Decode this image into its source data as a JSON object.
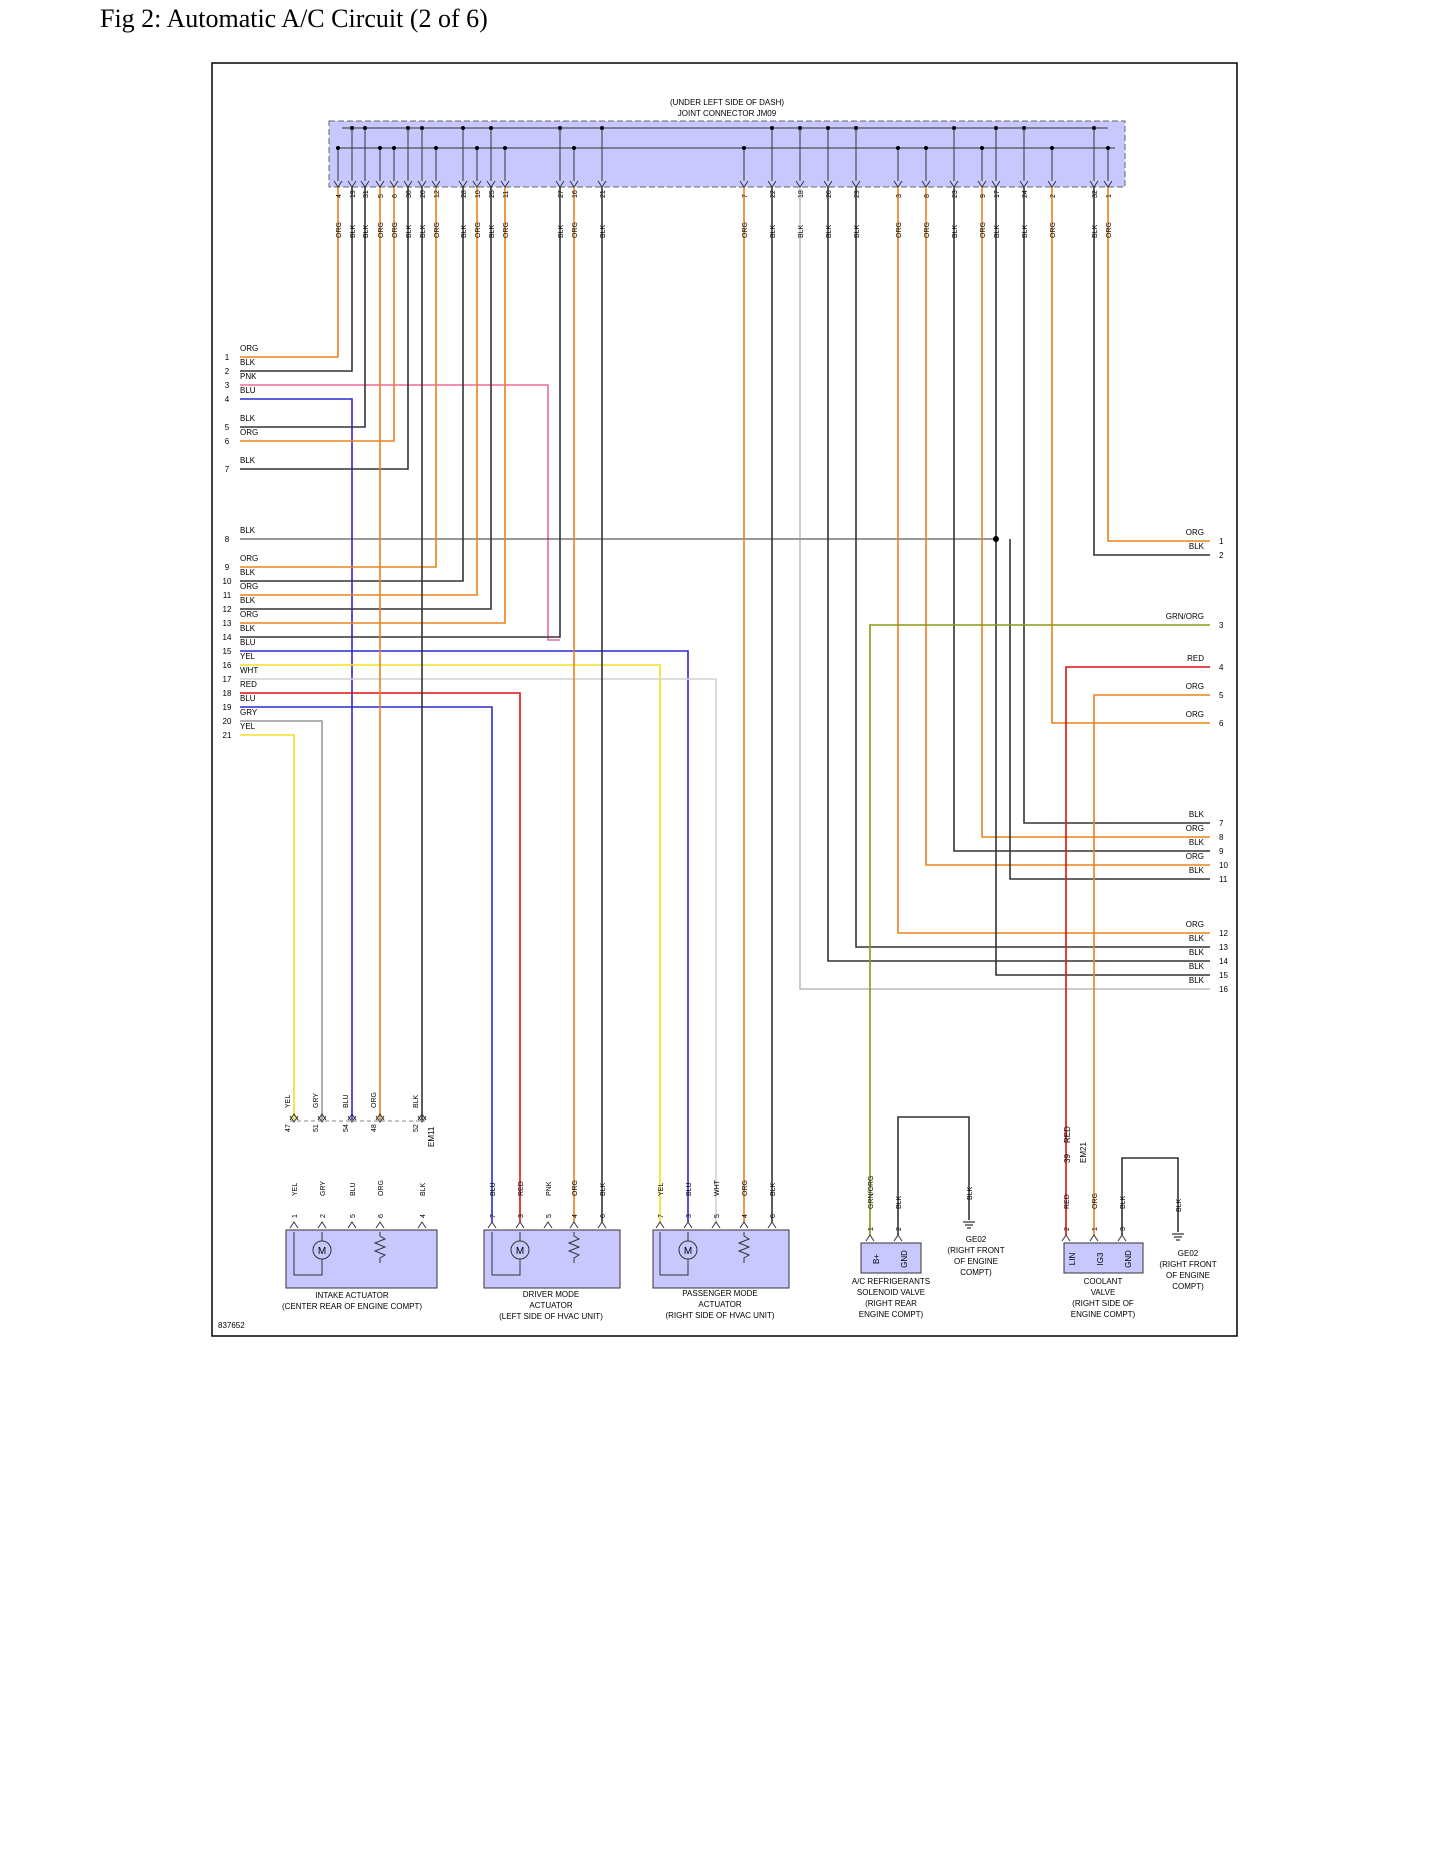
{
  "title": "Fig 2: Automatic A/C Circuit (2 of 6)",
  "figure_id": "837652",
  "colors": {
    "ORG": "#e8841a",
    "BLK": "#333333",
    "BLU": "#2a2ad0",
    "PNK": "#f06a9a",
    "YEL": "#f0e020",
    "WHT": "#d0d0d0",
    "RED": "#dd1111",
    "GRY": "#999999",
    "GRN/ORG": "#8a9a10",
    "connector_fill": "#c8c8ff",
    "border": "#000000"
  },
  "joint_connector": {
    "label_line1": "(UNDER LEFT SIDE OF DASH)",
    "label_line2": "JOINT CONNECTOR JM09",
    "pins": [
      {
        "pin": "4",
        "color": "ORG"
      },
      {
        "pin": "19",
        "color": "BLK"
      },
      {
        "pin": "31",
        "color": "BLK"
      },
      {
        "pin": "5",
        "color": "ORG"
      },
      {
        "pin": "6",
        "color": "ORG"
      },
      {
        "pin": "30",
        "color": "BLK"
      },
      {
        "pin": "20",
        "color": "BLK"
      },
      {
        "pin": "12",
        "color": "ORG"
      },
      {
        "pin": "28",
        "color": "BLK"
      },
      {
        "pin": "10",
        "color": "ORG"
      },
      {
        "pin": "25",
        "color": "BLK"
      },
      {
        "pin": "11",
        "color": "ORG"
      },
      {
        "pin": "27",
        "color": "BLK"
      },
      {
        "pin": "16",
        "color": "ORG"
      },
      {
        "pin": "21",
        "color": "BLK"
      },
      {
        "pin": "7",
        "color": "ORG"
      },
      {
        "pin": "22",
        "color": "BLK"
      },
      {
        "pin": "18",
        "color": "BLK"
      },
      {
        "pin": "26",
        "color": "BLK"
      },
      {
        "pin": "29",
        "color": "BLK"
      },
      {
        "pin": "3",
        "color": "ORG"
      },
      {
        "pin": "8",
        "color": "ORG"
      },
      {
        "pin": "23",
        "color": "BLK"
      },
      {
        "pin": "9",
        "color": "ORG"
      },
      {
        "pin": "17",
        "color": "BLK"
      },
      {
        "pin": "24",
        "color": "BLK"
      },
      {
        "pin": "2",
        "color": "ORG"
      },
      {
        "pin": "32",
        "color": "BLK"
      },
      {
        "pin": "1",
        "color": "ORG"
      }
    ]
  },
  "left_offpage": [
    {
      "n": "1",
      "color": "ORG"
    },
    {
      "n": "2",
      "color": "BLK"
    },
    {
      "n": "3",
      "color": "PNK"
    },
    {
      "n": "4",
      "color": "BLU"
    },
    {
      "n": "5",
      "color": "BLK"
    },
    {
      "n": "6",
      "color": "ORG"
    },
    {
      "n": "7",
      "color": "BLK"
    },
    {
      "n": "8",
      "color": "BLK"
    },
    {
      "n": "9",
      "color": "ORG"
    },
    {
      "n": "10",
      "color": "BLK"
    },
    {
      "n": "11",
      "color": "ORG"
    },
    {
      "n": "12",
      "color": "BLK"
    },
    {
      "n": "13",
      "color": "ORG"
    },
    {
      "n": "14",
      "color": "BLK"
    },
    {
      "n": "15",
      "color": "BLU"
    },
    {
      "n": "16",
      "color": "YEL"
    },
    {
      "n": "17",
      "color": "WHT"
    },
    {
      "n": "18",
      "color": "RED"
    },
    {
      "n": "19",
      "color": "BLU"
    },
    {
      "n": "20",
      "color": "GRY"
    },
    {
      "n": "21",
      "color": "YEL"
    }
  ],
  "right_offpage": [
    {
      "n": "1",
      "color": "ORG"
    },
    {
      "n": "2",
      "color": "BLK"
    },
    {
      "n": "3",
      "color": "GRN/ORG"
    },
    {
      "n": "4",
      "color": "RED"
    },
    {
      "n": "5",
      "color": "ORG"
    },
    {
      "n": "6",
      "color": "ORG"
    },
    {
      "n": "7",
      "color": "BLK"
    },
    {
      "n": "8",
      "color": "ORG"
    },
    {
      "n": "9",
      "color": "BLK"
    },
    {
      "n": "10",
      "color": "ORG"
    },
    {
      "n": "11",
      "color": "BLK"
    },
    {
      "n": "12",
      "color": "ORG"
    },
    {
      "n": "13",
      "color": "BLK"
    },
    {
      "n": "14",
      "color": "BLK"
    },
    {
      "n": "15",
      "color": "BLK"
    },
    {
      "n": "16",
      "color": "BLK"
    }
  ],
  "inline_connector_em11": {
    "name": "EM11",
    "pins": [
      {
        "pin": "47",
        "color": "YEL"
      },
      {
        "pin": "51",
        "color": "GRY"
      },
      {
        "pin": "54",
        "color": "BLU"
      },
      {
        "pin": "48",
        "color": "ORG"
      },
      {
        "pin": "52",
        "color": "BLK"
      }
    ]
  },
  "inline_connector_em21": {
    "name": "EM21",
    "pin": "39",
    "color": "RED"
  },
  "components": {
    "intake": {
      "label": [
        "INTAKE ACTUATOR",
        "(CENTER REAR OF ENGINE COMPT)"
      ],
      "motor": "M",
      "pins": [
        {
          "pin": "1",
          "color": "YEL"
        },
        {
          "pin": "2",
          "color": "GRY"
        },
        {
          "pin": "5",
          "color": "BLU"
        },
        {
          "pin": "6",
          "color": "ORG"
        },
        {
          "pin": "4",
          "color": "BLK"
        }
      ]
    },
    "driver": {
      "label": [
        "DRIVER MODE",
        "ACTUATOR",
        "(LEFT SIDE OF HVAC UNIT)"
      ],
      "motor": "M",
      "pins": [
        {
          "pin": "7",
          "color": "BLU"
        },
        {
          "pin": "3",
          "color": "RED"
        },
        {
          "pin": "5",
          "color": "PNK"
        },
        {
          "pin": "4",
          "color": "ORG"
        },
        {
          "pin": "6",
          "color": "BLK"
        }
      ]
    },
    "passenger": {
      "label": [
        "PASSENGER MODE",
        "ACTUATOR",
        "(RIGHT SIDE OF HVAC UNIT)"
      ],
      "motor": "M",
      "pins": [
        {
          "pin": "7",
          "color": "YEL"
        },
        {
          "pin": "3",
          "color": "BLU"
        },
        {
          "pin": "5",
          "color": "WHT"
        },
        {
          "pin": "4",
          "color": "ORG"
        },
        {
          "pin": "6",
          "color": "BLK"
        }
      ]
    },
    "solenoid": {
      "label": [
        "A/C REFRIGERANTS",
        "SOLENOID VALVE",
        "(RIGHT REAR",
        "ENGINE COMPT)"
      ],
      "terminals": [
        "B+",
        "GND"
      ],
      "pins": [
        {
          "pin": "1",
          "color": "GRN/ORG"
        },
        {
          "pin": "2",
          "color": "BLK"
        }
      ]
    },
    "ground1": {
      "label": [
        "GE02",
        "(RIGHT FRONT",
        "OF ENGINE",
        "COMPT)"
      ],
      "wire": "BLK"
    },
    "coolant": {
      "label": [
        "COOLANT",
        "VALVE",
        "(RIGHT SIDE OF",
        "ENGINE COMPT)"
      ],
      "terminals": [
        "LIN",
        "IG3",
        "GND"
      ],
      "pins": [
        {
          "pin": "2",
          "color": "RED"
        },
        {
          "pin": "1",
          "color": "ORG"
        },
        {
          "pin": "3",
          "color": "BLK"
        }
      ]
    },
    "ground2": {
      "label": [
        "GE02",
        "(RIGHT FRONT",
        "OF ENGINE",
        "COMPT)"
      ],
      "wire": "BLK"
    }
  }
}
